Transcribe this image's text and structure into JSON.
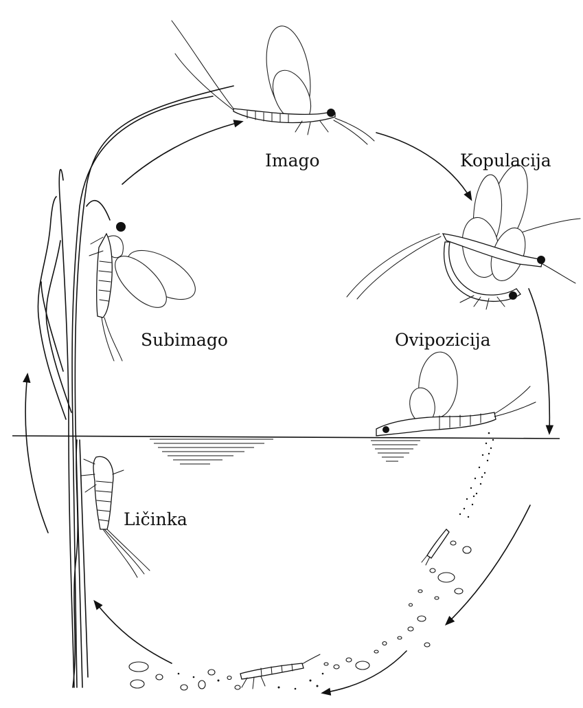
{
  "labels": {
    "imago": "Imago",
    "kopulacija": "Kopulacija",
    "subimago": "Subimago",
    "ovipozicija": "Ovipozicija",
    "licinka": "Ličinka"
  },
  "colors": {
    "ink": "#111111",
    "background": "#ffffff"
  },
  "icons": [
    "mayfly-imago",
    "mating-pair",
    "subimago",
    "ovipositing-female",
    "nymph",
    "egg-stream",
    "pebbles",
    "arrow"
  ]
}
